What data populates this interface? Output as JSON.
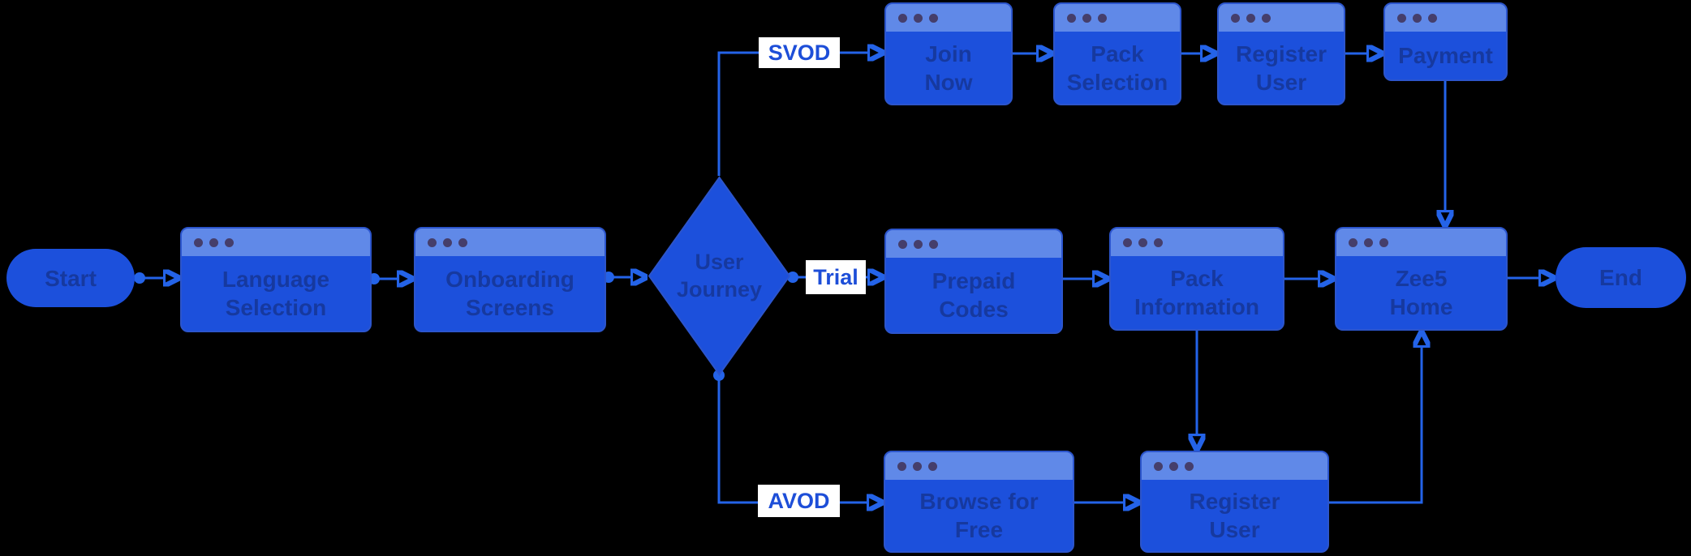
{
  "diagram_title": "OTT subscription user-journey flowchart",
  "colors": {
    "background": "#000000",
    "node_fill": "#1C50DC",
    "node_header": "#6089E8",
    "node_border": "#2C55CC",
    "window_dot": "#453E6B",
    "node_text": "#16399F",
    "edge": "#2463E8",
    "branch_label_text": "#1D4ED8",
    "branch_label_bg": "#FFFFFF"
  },
  "nodes": {
    "start": {
      "label": "Start",
      "type": "terminator"
    },
    "language_selection": {
      "label": "Language\nSelection",
      "type": "screen"
    },
    "onboarding_screens": {
      "label": "Onboarding\nScreens",
      "type": "screen"
    },
    "user_journey": {
      "label": "User\nJourney",
      "type": "decision"
    },
    "join_now": {
      "label": "Join\nNow",
      "type": "screen"
    },
    "pack_selection": {
      "label": "Pack\nSelection",
      "type": "screen"
    },
    "register_user_svod": {
      "label": "Register\nUser",
      "type": "screen"
    },
    "payment": {
      "label": "Payment",
      "type": "screen"
    },
    "prepaid_codes": {
      "label": "Prepaid\nCodes",
      "type": "screen"
    },
    "pack_information": {
      "label": "Pack\nInformation",
      "type": "screen"
    },
    "zee5_home": {
      "label": "Zee5\nHome",
      "type": "screen"
    },
    "browse_for_free": {
      "label": "Browse for\nFree",
      "type": "screen"
    },
    "register_user_avod": {
      "label": "Register\nUser",
      "type": "screen"
    },
    "end": {
      "label": "End",
      "type": "terminator"
    }
  },
  "edge_labels": {
    "svod": "SVOD",
    "trial": "Trial",
    "avod": "AVOD"
  }
}
